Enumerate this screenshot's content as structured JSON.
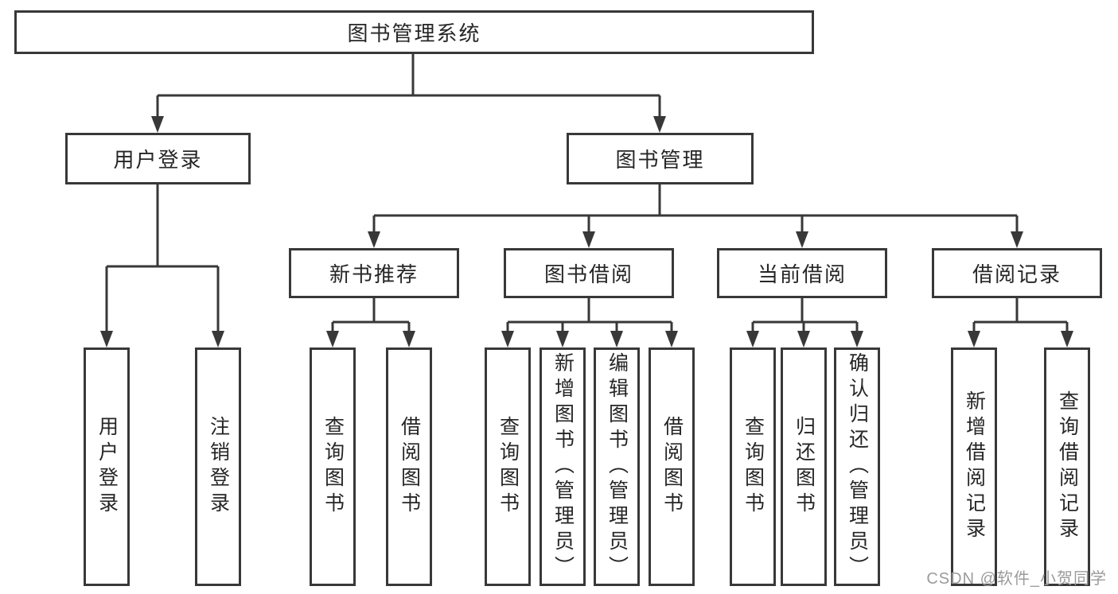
{
  "colors": {
    "line": "#383838",
    "text": "#262626",
    "background": "#ffffff",
    "watermark": "#9b9b9b"
  },
  "tree": {
    "root": {
      "label": "图书管理系统"
    },
    "level2": {
      "user_login": {
        "label": "用户登录"
      },
      "book_management": {
        "label": "图书管理"
      }
    },
    "level3": {
      "new_book_recommend": {
        "label": "新书推荐"
      },
      "book_borrowing": {
        "label": "图书借阅"
      },
      "current_borrowing": {
        "label": "当前借阅"
      },
      "borrow_records": {
        "label": "借阅记录"
      }
    },
    "leaves": {
      "user_login": {
        "login": "用户登录",
        "logout": "注销登录"
      },
      "new_book_recommend": {
        "query_books": "查询图书",
        "borrow_books": "借阅图书"
      },
      "book_borrowing": {
        "query_books": "查询图书",
        "add_books": "新增图书（管理员）",
        "edit_books": "编辑图书（管理员）",
        "borrow_books": "借阅图书"
      },
      "current_borrowing": {
        "query_books": "查询图书",
        "return_books": "归还图书",
        "confirm_return": "确认归还（管理员）"
      },
      "borrow_records": {
        "add_record": "新增借阅记录",
        "query_record": "查询借阅记录"
      }
    }
  },
  "watermark": {
    "text": "CSDN @软件_小贺同学"
  }
}
